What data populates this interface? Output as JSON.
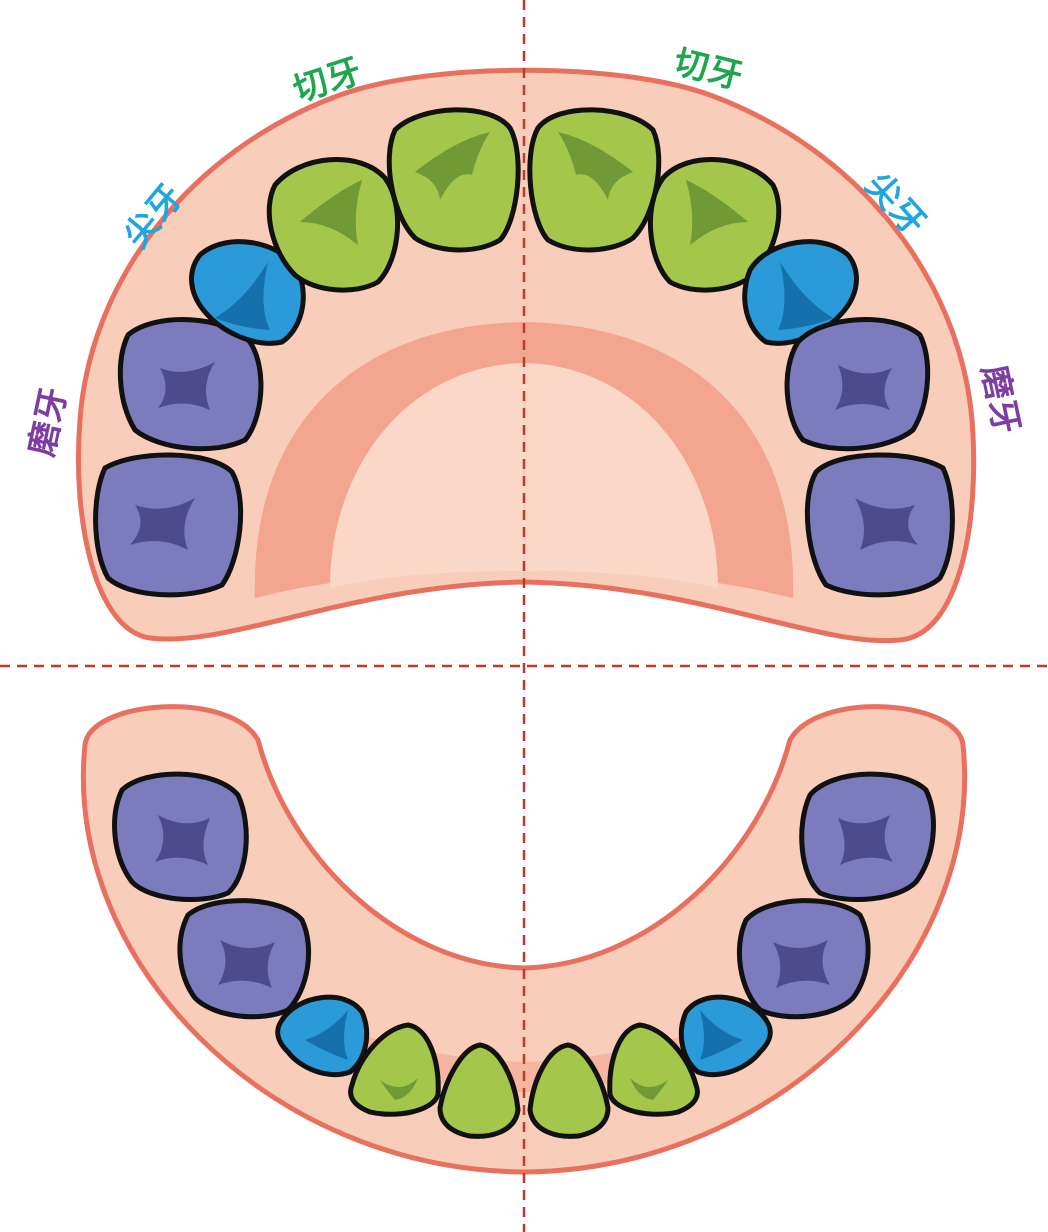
{
  "colors": {
    "gum_fill": "#f8cdb9",
    "gum_stroke": "#e8705f",
    "palate_mid": "#f2a18c",
    "palate_inner": "#fad7c6",
    "midline": "#c0392b",
    "incisor": "#a4c64b",
    "incisor_mark": "#6f9a35",
    "canine": "#2a9ad9",
    "canine_mark": "#1670ad",
    "molar": "#7b7bbd",
    "molar_mark": "#4e4b8c",
    "outline": "#111111",
    "label_incisor": "#1ea54f",
    "label_canine": "#1fa6de",
    "label_molar": "#7d3da3"
  },
  "labels": {
    "incisor": "切牙",
    "canine": "尖牙",
    "molar": "磨牙"
  },
  "icons": {
    "incisor": "incisor-tooth-icon",
    "canine": "canine-tooth-icon",
    "molar": "molar-tooth-icon"
  }
}
